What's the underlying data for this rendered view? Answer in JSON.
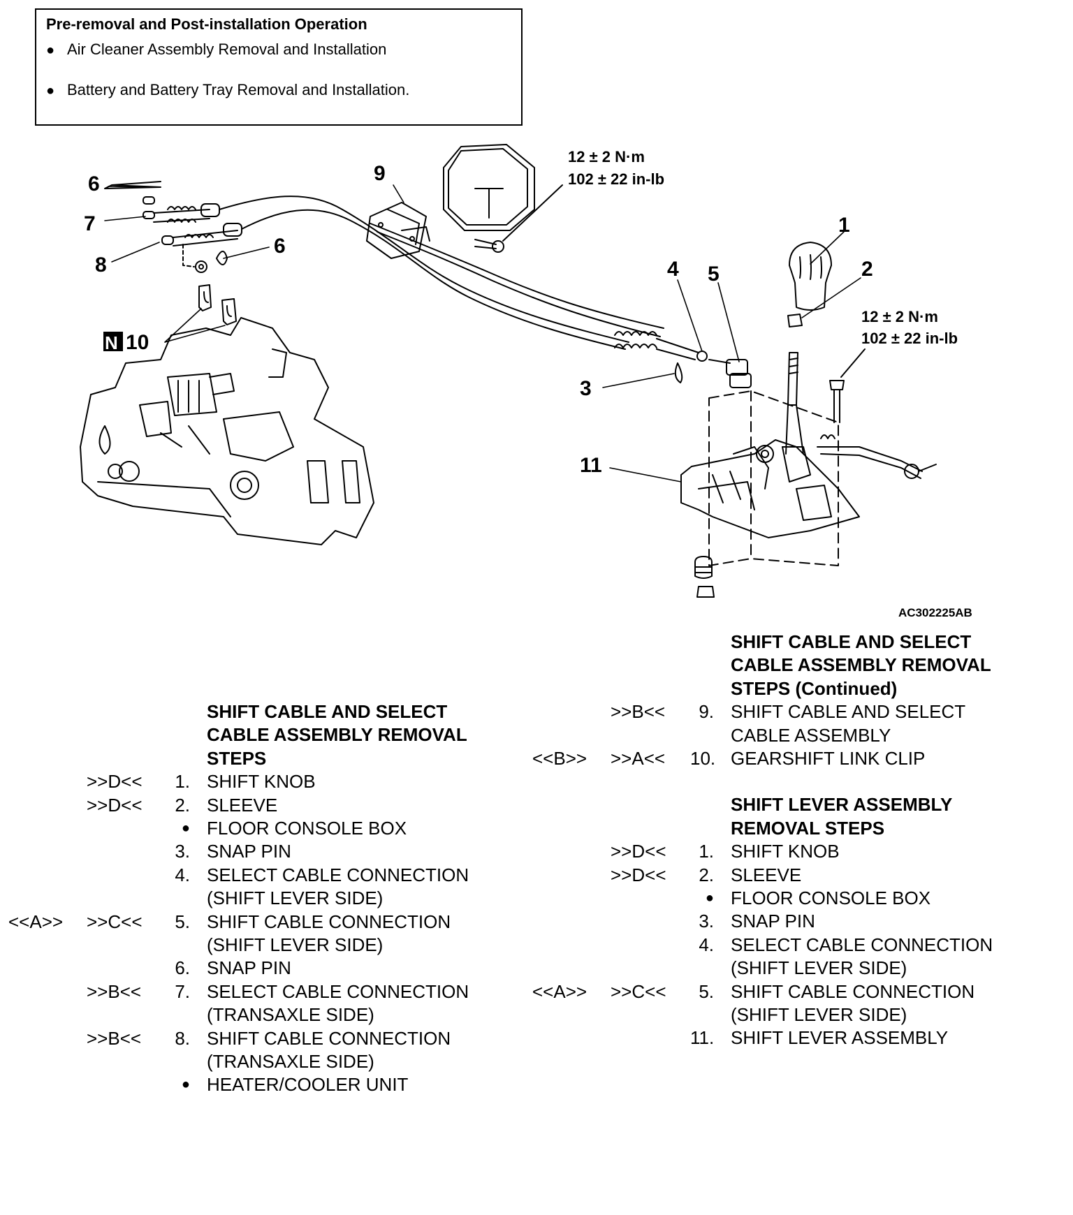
{
  "pre_box": {
    "title": "Pre-removal and Post-installation Operation",
    "items": [
      "Air Cleaner Assembly Removal and Installation",
      "Battery and Battery Tray Removal and Installation."
    ],
    "bullet": "●"
  },
  "figure": {
    "labels": {
      "n1": "1",
      "n2": "2",
      "n3": "3",
      "n4": "4",
      "n5": "5",
      "n6a": "6",
      "n6b": "6",
      "n7": "7",
      "n8": "8",
      "n9": "9",
      "n10": "10",
      "n10_mark": "N",
      "n11": "11"
    },
    "torque_1_line1": "12 ± 2 N·m",
    "torque_1_line2": "102 ± 22 in-lb",
    "torque_2_line1": "12 ± 2 N·m",
    "torque_2_line2": "102 ± 22 in-lb",
    "code": "AC302225AB"
  },
  "left_list": {
    "heading": [
      "SHIFT CABLE AND SELECT",
      "CABLE ASSEMBLY REMOVAL",
      "STEPS"
    ],
    "rows": [
      {
        "a": "",
        "b": ">>D<<",
        "num": "1.",
        "text": "SHIFT KNOB"
      },
      {
        "a": "",
        "b": ">>D<<",
        "num": "2.",
        "text": "SLEEVE"
      },
      {
        "a": "",
        "b": "",
        "num": "●",
        "text": "FLOOR CONSOLE BOX"
      },
      {
        "a": "",
        "b": "",
        "num": "3.",
        "text": "SNAP PIN"
      },
      {
        "a": "",
        "b": "",
        "num": "4.",
        "text": "SELECT CABLE CONNECTION"
      },
      {
        "a": "",
        "b": "",
        "num": "",
        "text": "(SHIFT LEVER SIDE)"
      },
      {
        "a": "<<A>>",
        "b": ">>C<<",
        "num": "5.",
        "text": "SHIFT CABLE CONNECTION"
      },
      {
        "a": "",
        "b": "",
        "num": "",
        "text": "(SHIFT LEVER SIDE)"
      },
      {
        "a": "",
        "b": "",
        "num": "6.",
        "text": "SNAP PIN"
      },
      {
        "a": "",
        "b": ">>B<<",
        "num": "7.",
        "text": "SELECT CABLE CONNECTION"
      },
      {
        "a": "",
        "b": "",
        "num": "",
        "text": "(TRANSAXLE SIDE)"
      },
      {
        "a": "",
        "b": ">>B<<",
        "num": "8.",
        "text": "SHIFT CABLE CONNECTION"
      },
      {
        "a": "",
        "b": "",
        "num": "",
        "text": "(TRANSAXLE SIDE)"
      },
      {
        "a": "",
        "b": "",
        "num": "●",
        "text": "HEATER/COOLER UNIT"
      }
    ]
  },
  "right_list": {
    "heading": [
      "SHIFT CABLE AND SELECT",
      "CABLE ASSEMBLY REMOVAL",
      "STEPS (Continued)"
    ],
    "rows": [
      {
        "a": "",
        "b": ">>B<<",
        "num": "9.",
        "text": "SHIFT CABLE AND SELECT"
      },
      {
        "a": "",
        "b": "",
        "num": "",
        "text": "CABLE ASSEMBLY"
      },
      {
        "a": "<<B>>",
        "b": ">>A<<",
        "num": "10.",
        "text": "GEARSHIFT LINK CLIP"
      }
    ],
    "heading2": [
      "SHIFT LEVER ASSEMBLY",
      "REMOVAL STEPS"
    ],
    "rows2": [
      {
        "a": "",
        "b": ">>D<<",
        "num": "1.",
        "text": "SHIFT KNOB"
      },
      {
        "a": "",
        "b": ">>D<<",
        "num": "2.",
        "text": "SLEEVE"
      },
      {
        "a": "",
        "b": "",
        "num": "●",
        "text": "FLOOR CONSOLE BOX"
      },
      {
        "a": "",
        "b": "",
        "num": "3.",
        "text": "SNAP PIN"
      },
      {
        "a": "",
        "b": "",
        "num": "4.",
        "text": "SELECT CABLE CONNECTION"
      },
      {
        "a": "",
        "b": "",
        "num": "",
        "text": "(SHIFT LEVER SIDE)"
      },
      {
        "a": "<<A>>",
        "b": ">>C<<",
        "num": "5.",
        "text": "SHIFT CABLE CONNECTION"
      },
      {
        "a": "",
        "b": "",
        "num": "",
        "text": "(SHIFT LEVER SIDE)"
      },
      {
        "a": "",
        "b": "",
        "num": "11.",
        "text": "SHIFT LEVER ASSEMBLY"
      }
    ]
  }
}
